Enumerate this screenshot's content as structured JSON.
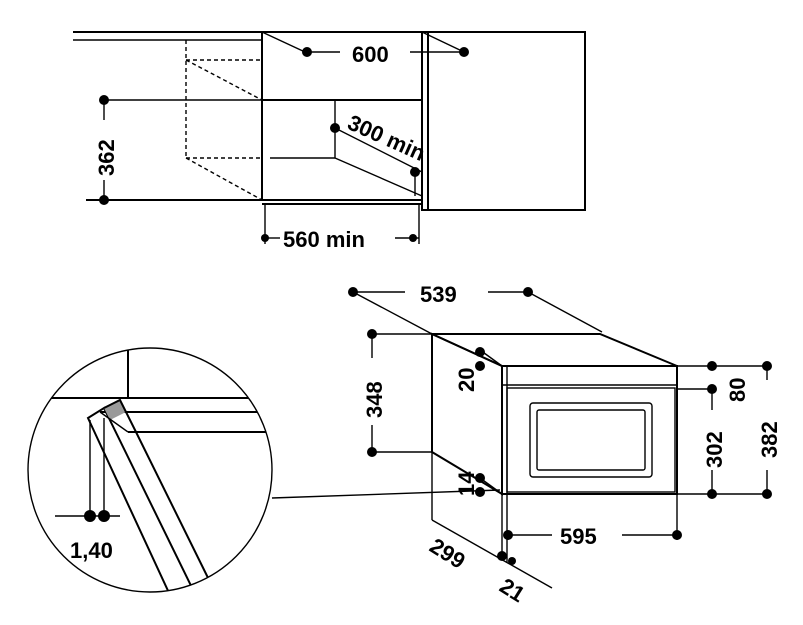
{
  "labels": {
    "niche_width": "600",
    "niche_height": "362",
    "niche_depth": "300 min",
    "niche_inner_width": "560 min",
    "appliance_depth": "539",
    "side_height": "348",
    "top_offset": "20",
    "bottom_offset": "14",
    "panel_height": "80",
    "door_height": "302",
    "total_height": "382",
    "front_width": "595",
    "body_depth": "299",
    "door_thickness": "21",
    "gap_detail": "1,40"
  }
}
